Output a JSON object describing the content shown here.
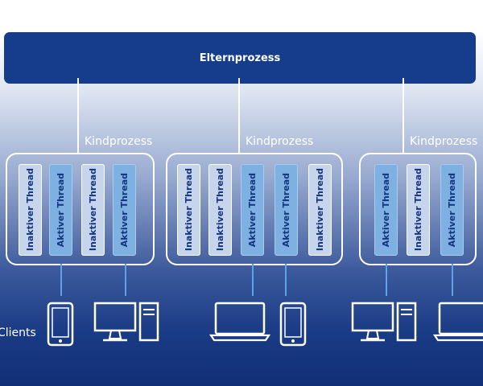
{
  "parent": {
    "label": "Elternprozess"
  },
  "children": [
    {
      "label": "Kindprozess",
      "threads": [
        {
          "label": "Inaktiver Thread",
          "state": "inactive"
        },
        {
          "label": "Aktiver Thread",
          "state": "active"
        },
        {
          "label": "Inaktiver Thread",
          "state": "inactive"
        },
        {
          "label": "Aktiver Thread",
          "state": "active"
        }
      ]
    },
    {
      "label": "Kindprozess",
      "threads": [
        {
          "label": "Inaktiver Thread",
          "state": "inactive"
        },
        {
          "label": "Inaktiver Thread",
          "state": "inactive"
        },
        {
          "label": "Aktiver Thread",
          "state": "active"
        },
        {
          "label": "Aktiver Thread",
          "state": "active"
        },
        {
          "label": "Inaktiver Thread",
          "state": "inactive"
        }
      ]
    },
    {
      "label": "Kindprozess",
      "threads": [
        {
          "label": "Aktiver Thread",
          "state": "active"
        },
        {
          "label": "Inaktiver Thread",
          "state": "inactive"
        },
        {
          "label": "Aktiver Thread",
          "state": "active"
        }
      ]
    }
  ],
  "clients": {
    "label": "Clients",
    "devices": [
      "tablet-icon",
      "desktop-icon",
      "laptop-icon",
      "tablet-icon",
      "desktop-icon",
      "laptop-icon"
    ]
  },
  "colors": {
    "parent_bar": "#163c8c",
    "active_thread": "#7eb0e2",
    "inactive_thread": "#c6d5ec",
    "thread_text": "#14357f",
    "connector": "#5aa5e8"
  }
}
